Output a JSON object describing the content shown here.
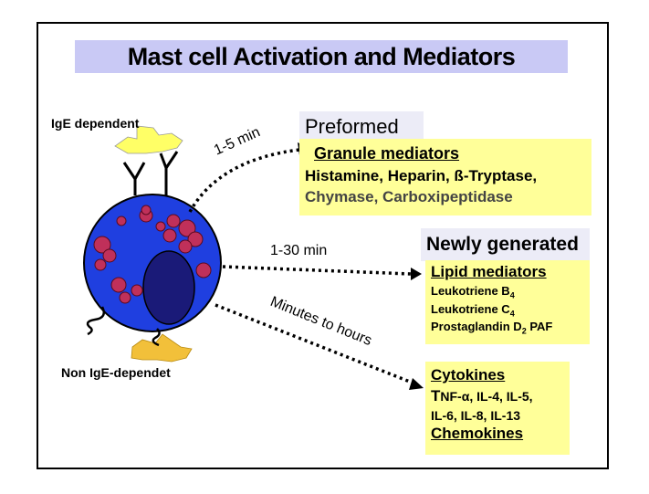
{
  "title": "Mast cell Activation and Mediators",
  "labels": {
    "ige_dependent": "IgE dependent",
    "non_ige_dependent": "Non IgE-dependet",
    "time_1": "1-5 min",
    "time_2": "1-30 min",
    "time_3": "Minutes to hours"
  },
  "preformed": {
    "header": "Preformed",
    "heading": "Granule mediators",
    "line1": "Histamine, Heparin, ß-Tryptase,",
    "line2": "Chymase, Carboxipeptidase"
  },
  "newly": {
    "header": "Newly generated",
    "heading": "Lipid mediators",
    "lt_b": "Leukotriene B",
    "lt_b_sub": "4",
    "lt_c": "Leukotriene C",
    "lt_c_sub": "4",
    "pg": "Prostaglandin D",
    "pg_sub": "2",
    "paf": " PAF"
  },
  "cytokines": {
    "heading": "Cytokines",
    "line1_t": "T",
    "line1_rest": "NF-α, IL-4, IL-5,",
    "line2": "IL-6, IL-8, IL-13",
    "chemokines": "Chemokines"
  },
  "colors": {
    "cell": "#1f3fe0",
    "nucleus": "#1a1a78",
    "granule": "#c0305a",
    "antigen": "#ffff66",
    "box": "#ffff99",
    "title_bg": "#c9c9f5"
  }
}
